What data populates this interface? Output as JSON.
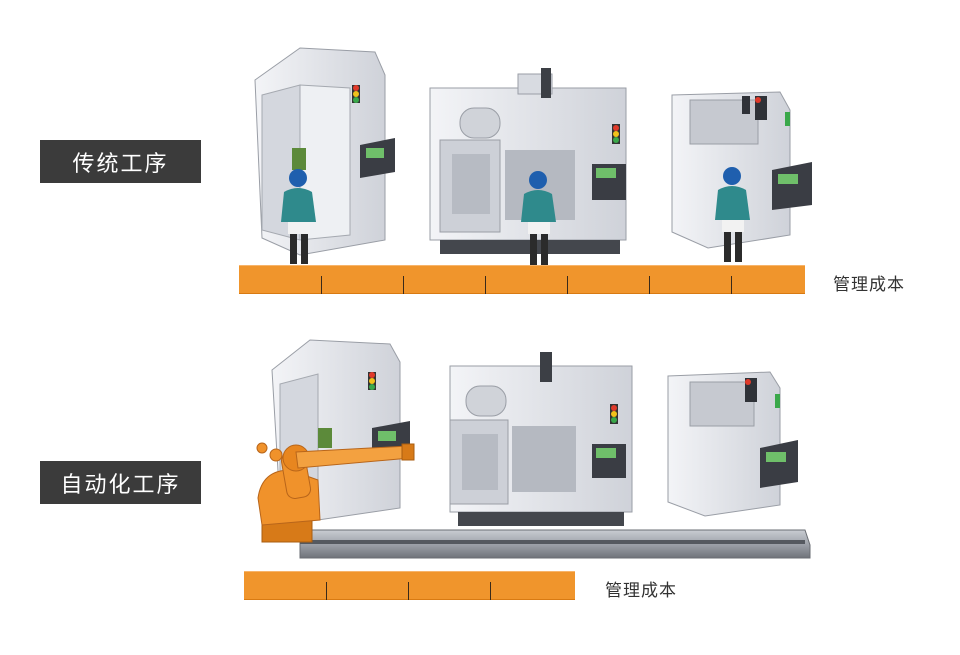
{
  "sections": [
    {
      "label": "传统工序",
      "cost_label": "管理成本",
      "cost_segments": 7
    },
    {
      "label": "自动化工序",
      "cost_label": "管理成本",
      "cost_segments": 4
    }
  ],
  "colors": {
    "label_bg": "#3b3b3b",
    "label_text": "#ffffff",
    "cost_bar": "#f0952c",
    "machine_body": "#e6e8ed",
    "machine_shadow": "#b9bcc4",
    "robot": "#f0922b",
    "worker_shirt": "#2f8a8c",
    "worker_helmet": "#1f5fae"
  }
}
